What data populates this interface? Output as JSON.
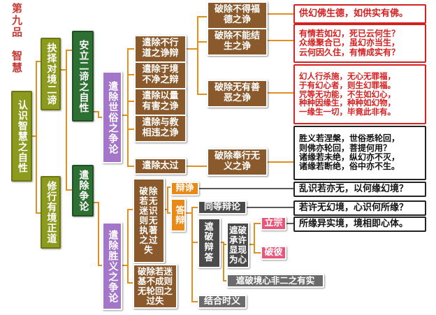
{
  "chapter": {
    "title": "第九品　智慧"
  },
  "root": "认识智慧之自性",
  "l1": [
    "抉择对境二谛",
    "修行有境正道"
  ],
  "l2": [
    "安立二谛之自性",
    "遣除争论"
  ],
  "l3": [
    "遣除世俗之争论",
    "遣除胜义之争论"
  ],
  "worldly": [
    "遣除不行道之诤辩",
    "遣除于境不净之辩",
    "遣除以量有害之诤",
    "遣除与教相违之诤",
    "遣除太过"
  ],
  "merit": [
    "破除不得福德之诤",
    "破除不能结生之诤",
    "破除无有善恶之诤",
    "破除奉行无义之诤"
  ],
  "answers": [
    "供幻佛生德，如供实有佛。",
    "有情若如幻，死已云何生？\n众缘聚合已，虽幻亦当生，\n云何因久住，有情成实有？",
    "幻人行杀施，无心无罪福，\n于有幻心者，则生幻罪福。\n咒等无功能，不生如幻心，\n种种因缘生，种种如幻物，\n一缘生一切，毕竟此非有。",
    "胜义若涅槃，世俗悉轮回，\n则佛亦轮回，菩提何用？\n诸缘若未绝，纵幻亦不灭，\n诸缘若断绝，俗中亦不生。"
  ],
  "ultimate": {
    "no_illusion": "破除若无迷识则无执著之过失",
    "no_cycle": "破除若迷基不成则无轮回之过失",
    "dispute": "辩诤",
    "reply": "答辩",
    "equal": "同等辩论",
    "refute_proof": "遮破辩答",
    "refute_mind": "遮破承许显现为心",
    "establish": "立宗",
    "refute": "破彼",
    "refute_nondual": "遮破境心非二之有实",
    "combine": "结合时义"
  },
  "ultimate_answers": [
    "乱识若亦无，以何缘幻境？",
    "若许无幻境，心识何所缘？",
    "所缘异实境，境相即心体。"
  ]
}
